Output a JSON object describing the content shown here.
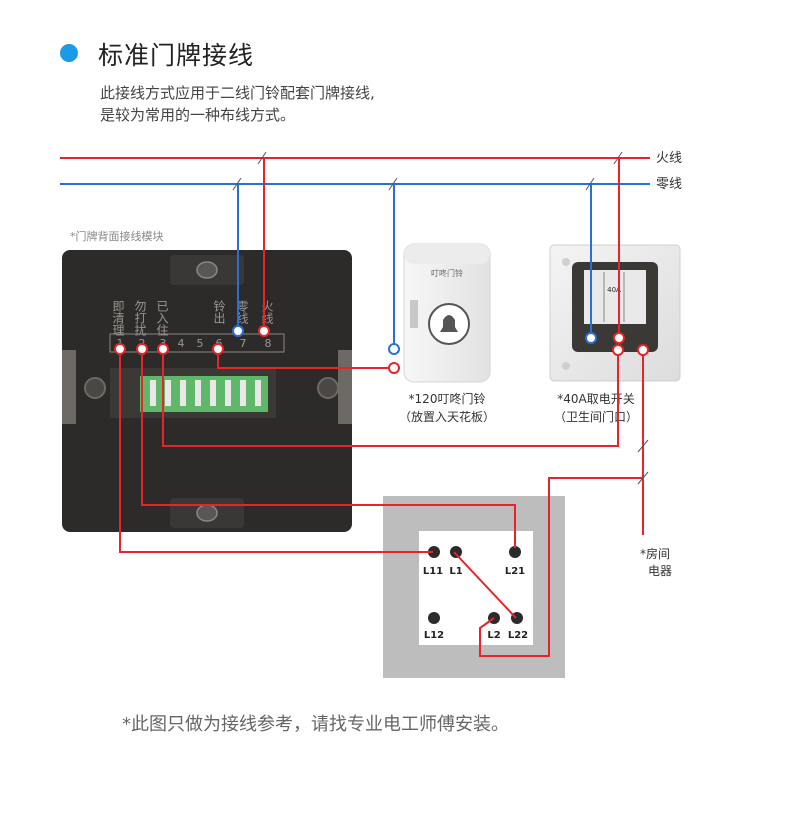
{
  "header": {
    "title": "标准门牌接线",
    "desc_line1": "此接线方式应用于二线门铃配套门牌接线,",
    "desc_line2": "是较为常用的一种布线方式。"
  },
  "lines": {
    "live": "火线",
    "neutral": "零线"
  },
  "module": {
    "caption": "*门牌背面接线模块",
    "labels": [
      "即清理",
      "勿打扰",
      "已入住",
      "铃出",
      "零线",
      "火线"
    ],
    "terminals": [
      "1",
      "2",
      "3",
      "4",
      "5",
      "6",
      "7",
      "8"
    ]
  },
  "doorbell": {
    "caption1": "*120叮咚门铃",
    "caption2": "（放置入天花板）",
    "brand": "叮咚门铃"
  },
  "power_switch": {
    "caption1": "*40A取电开关",
    "caption2": "（卫生间门口）",
    "label": "40A"
  },
  "appliance": {
    "line1": "*房间",
    "line2": "电器"
  },
  "switch_panel": {
    "terminals": [
      "L11",
      "L1",
      "L21",
      "L12",
      "L2",
      "L22"
    ]
  },
  "footer": {
    "note": "*此图只做为接线参考，请找专业电工师傅安装。"
  },
  "colors": {
    "live": "#e8232a",
    "neutral": "#2a6fd6",
    "accent": "#1a9be8"
  }
}
